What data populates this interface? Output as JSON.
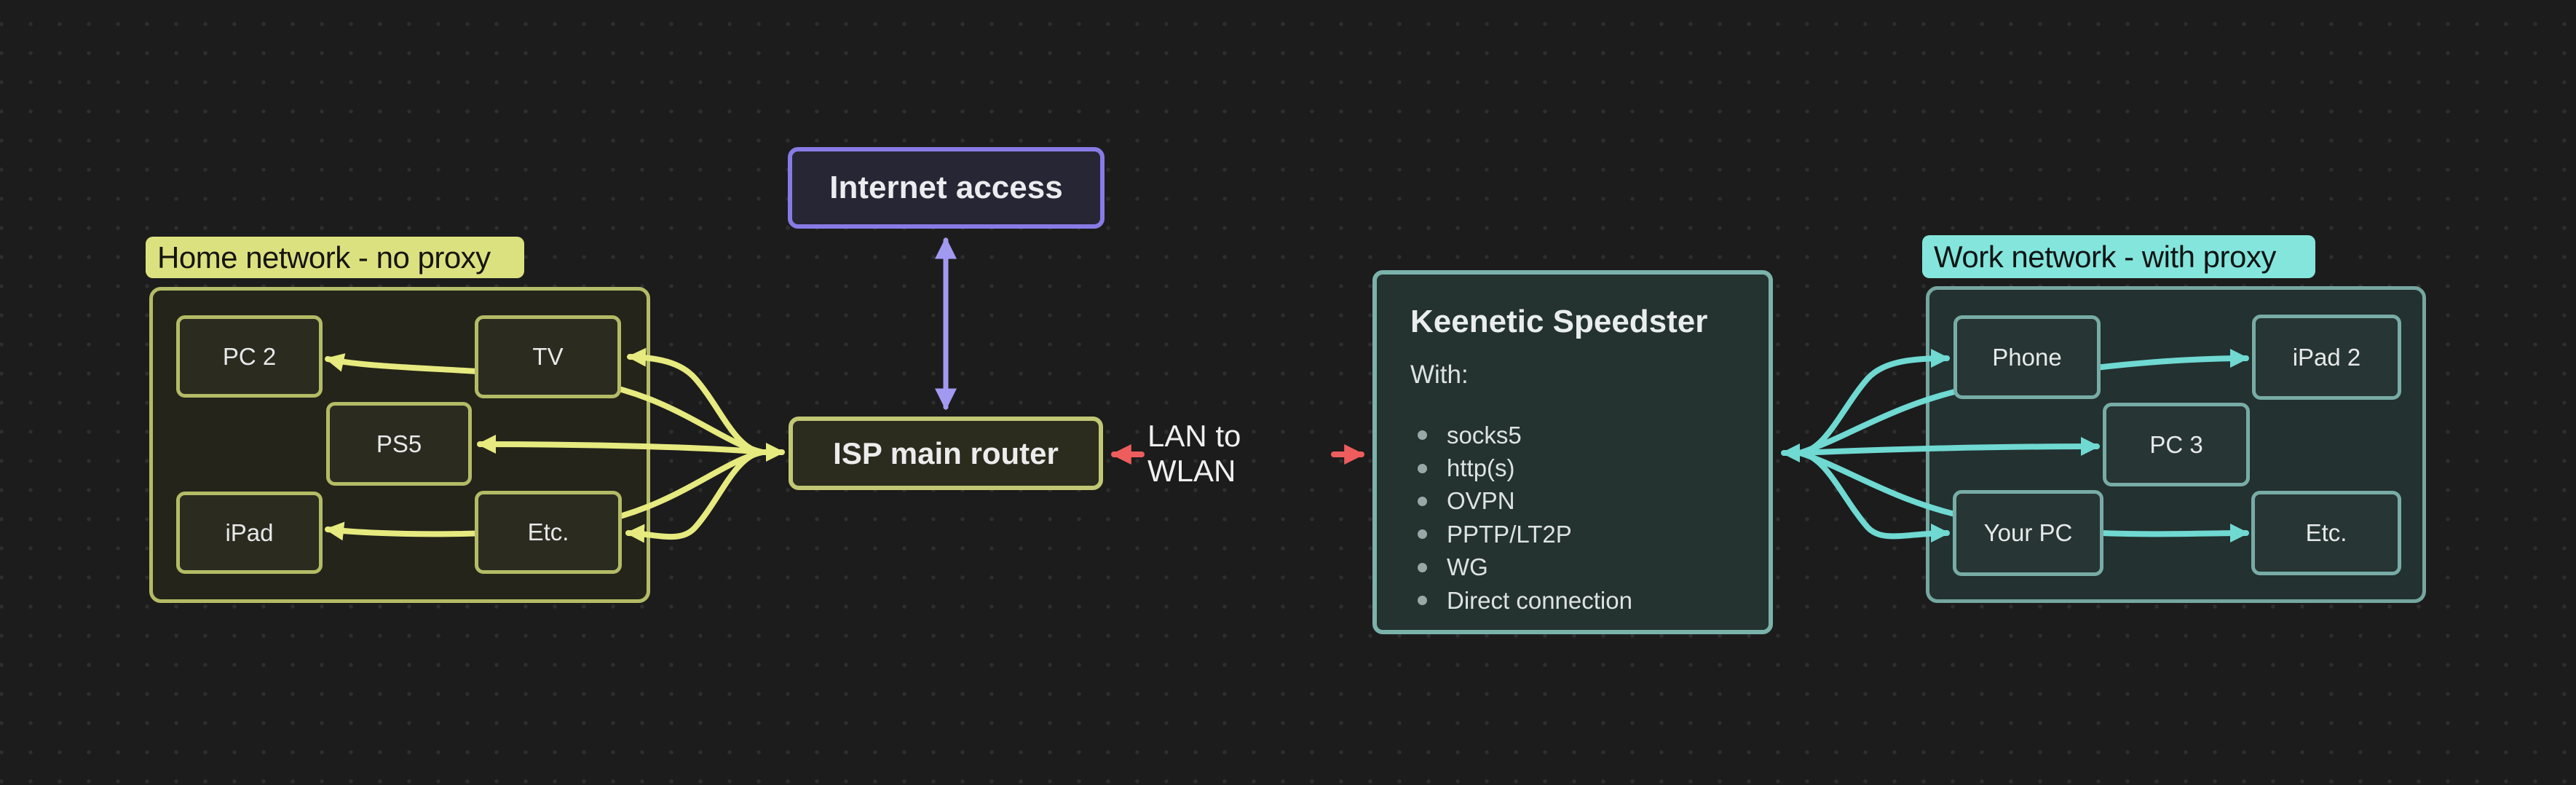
{
  "canvas": {
    "background_color": "#1c1c1c",
    "dot_grid_color": "#2e2e2e"
  },
  "palette": {
    "home_accent": "#b4bb66",
    "home_arrow": "#e6ea7f",
    "home_label_bg": "#dce180",
    "work_accent": "#78aca6",
    "work_arrow": "#6fd9d2",
    "work_label_bg": "#84e5dc",
    "internet_border": "#877be5",
    "internet_arrow": "#a299f1",
    "link_arrow_red": "#ee5d5d",
    "node_text": "#e7e9e9"
  },
  "home_network": {
    "label": "Home network - no proxy",
    "nodes": [
      {
        "label": "PC 2"
      },
      {
        "label": "TV"
      },
      {
        "label": "PS5"
      },
      {
        "label": "iPad"
      },
      {
        "label": "Etc."
      }
    ]
  },
  "internet": {
    "label": "Internet access"
  },
  "isp_router": {
    "label": "ISP main router"
  },
  "lan_link": {
    "label": "LAN to WLAN"
  },
  "keenetic": {
    "title": "Keenetic Speedster",
    "subtitle": "With:",
    "protocols": [
      "socks5",
      "http(s)",
      "OVPN",
      "PPTP/LT2P",
      "WG",
      "Direct connection"
    ]
  },
  "work_network": {
    "label": "Work network - with proxy",
    "nodes": [
      {
        "label": "Phone"
      },
      {
        "label": "iPad 2"
      },
      {
        "label": "PC 3"
      },
      {
        "label": "Your PC"
      },
      {
        "label": "Etc."
      }
    ]
  }
}
